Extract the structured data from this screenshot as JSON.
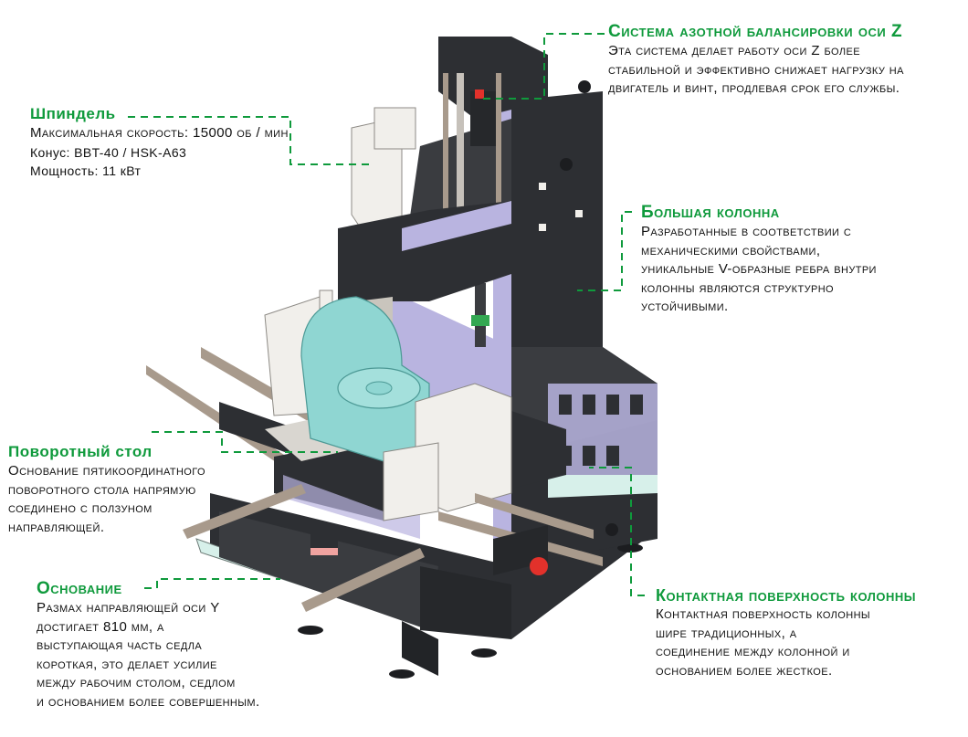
{
  "colors": {
    "accent_green": "#0f9a3c",
    "text": "#111111",
    "machine_dark": "#2d2f33",
    "machine_lilac": "#b9b4e0",
    "rotary_cyan": "#8fd6d2",
    "housing_white": "#f1efeb",
    "rail_beige": "#a89a8c",
    "base_mint": "#d7f0ea",
    "red_cap": "#e2312b"
  },
  "callouts": {
    "z_axis": {
      "title": "Система азотной балансировки оси Z",
      "lines": [
        "Эта система делает работу оси Z более",
        "стабильной и эффективно снижает нагрузку на",
        "двигатель и винт, продлевая срок его службы."
      ]
    },
    "spindle": {
      "title": "Шпиндель",
      "lines": [
        "Максимальная скорость: 15000 об / мин",
        "Конус: BBT-40 / HSK-A63",
        "Мощность: 11 кВт"
      ]
    },
    "column": {
      "title": "Большая колонна",
      "lines": [
        "Разработанные в соответствии с",
        "механическими свойствами,",
        "уникальные V-образные ребра внутри",
        "колонны являются структурно",
        "устойчивыми."
      ]
    },
    "rotary_table": {
      "title": "Поворотный стол",
      "lines": [
        "Основание пятикоординатного",
        "поворотного стола напрямую",
        "соединено с ползуном",
        "направляющей."
      ]
    },
    "base": {
      "title": "Основание",
      "lines": [
        "Размах направляющей оси Y",
        "достигает 810 мм, а",
        "выступающая часть седла",
        "короткая, это делает усилие",
        "между рабочим столом, седлом",
        "и основанием более совершенным."
      ]
    },
    "column_contact": {
      "title": "Контактная поверхность колонны",
      "lines": [
        "Контактная поверхность колонны",
        "шире традиционных, а",
        "соединение между колонной и",
        "основанием более жесткое."
      ]
    }
  }
}
